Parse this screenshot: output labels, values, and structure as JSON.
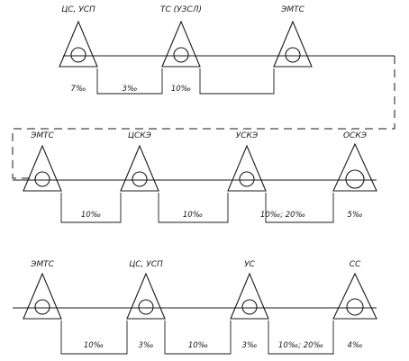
{
  "rows": [
    {
      "stations": [
        "ЦС, УСП",
        "ТС (УЗСЛ)",
        "ЭМТС"
      ],
      "grades": [
        "7‰",
        "3‰",
        "10‰"
      ]
    },
    {
      "stations": [
        "ЭМТС",
        "ЦСКЭ",
        "УСКЭ",
        "ОСКЭ"
      ],
      "grades": [
        "10‰",
        "10‰",
        "10‰; 20‰",
        "5‰"
      ]
    },
    {
      "stations": [
        "ЭМТС",
        "ЦС, УСП",
        "УС",
        "СС"
      ],
      "grades": [
        "10‰",
        "3‰",
        "10‰",
        "3‰",
        "10‰; 20‰",
        "4‰"
      ]
    }
  ]
}
